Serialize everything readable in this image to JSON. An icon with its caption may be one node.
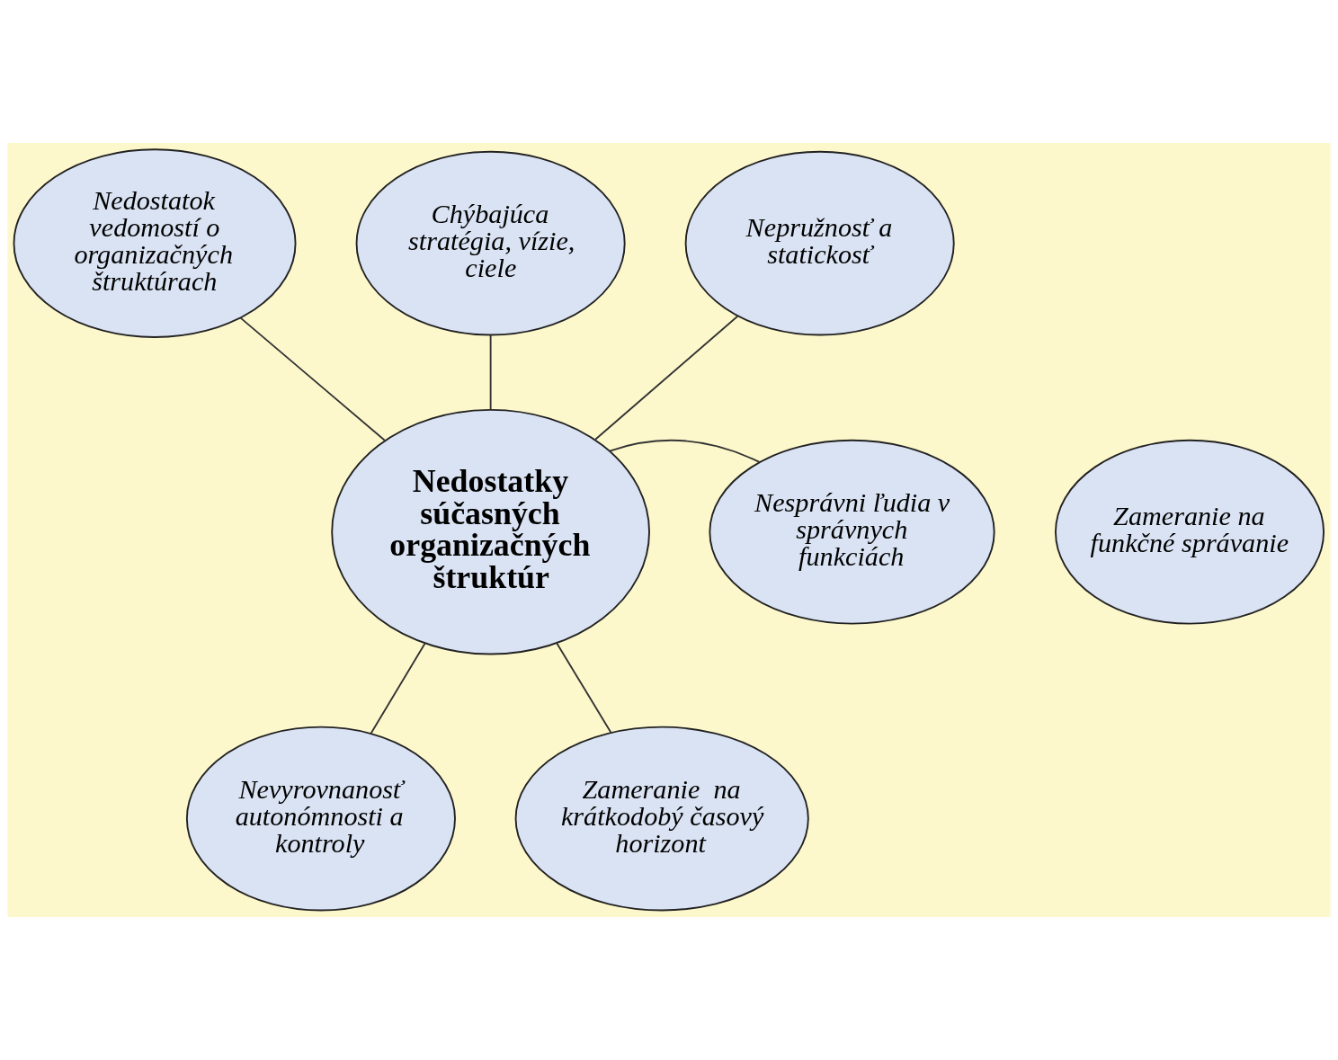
{
  "diagram": {
    "nodes": [
      {
        "text": [
          "Nedostatok vedomostí o organizačných štruktúrach"
        ]
      },
      {
        "text": [
          "Chýbajúca stratégia, vízie, ciele"
        ]
      },
      {
        "text": [
          "Nepružnosť a statickosť"
        ]
      },
      {
        "text": [
          "Nedostatky súčasných organizačných štruktúr"
        ]
      },
      {
        "text": [
          "Zameranie na funkčné správanie"
        ]
      },
      {
        "text": [
          "Nesprávni ľudia v správnych funkciách"
        ]
      },
      {
        "text": [
          "Nevyrovnanosť autonómnosti a kontroly"
        ]
      },
      {
        "text": [
          "Zameranie  na krátkodobý časový horizont"
        ]
      }
    ],
    "edges": [
      {
        "from": 2,
        "to": 3,
        "arrow": "none"
      },
      {
        "from": 0,
        "to": 3,
        "arrow": "none"
      },
      {
        "from": 1,
        "to": 3,
        "arrow": "none"
      },
      {
        "from": 3,
        "to": 5,
        "arrow": "none"
      },
      {
        "from": 3,
        "to": 6,
        "arrow": "none"
      },
      {
        "from": 3,
        "to": 7,
        "arrow": "none"
      }
    ]
  }
}
